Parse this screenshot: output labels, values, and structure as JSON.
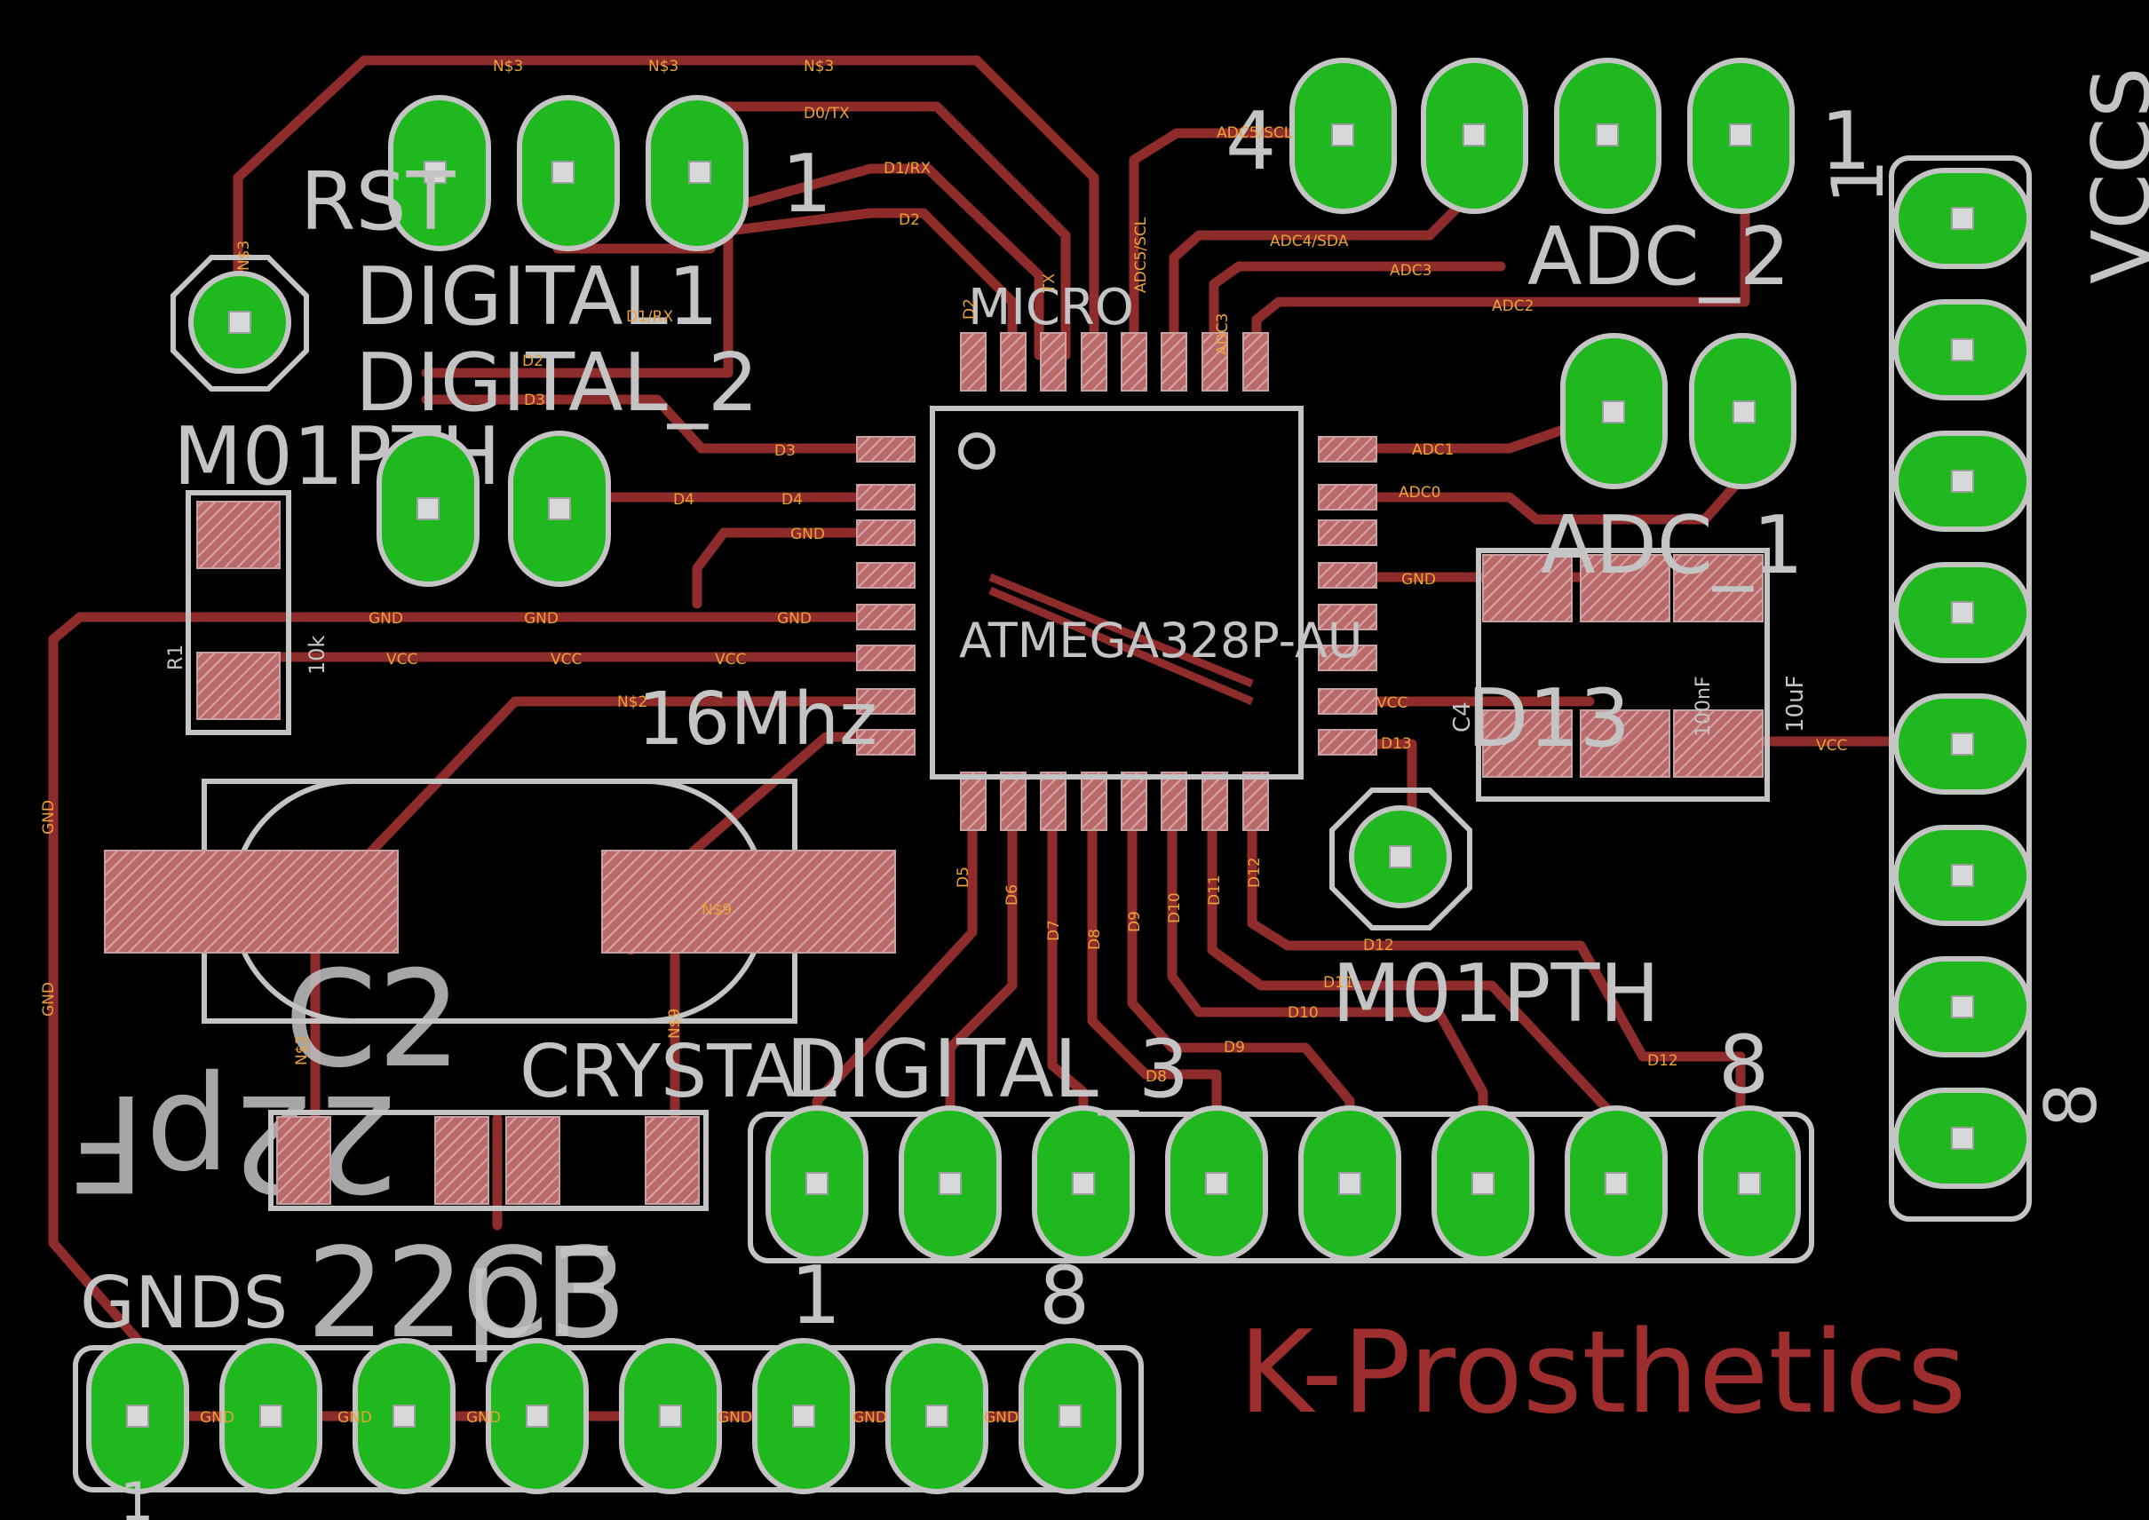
{
  "board": {
    "brand": "K-Prosthetics",
    "colors": {
      "background": "#000000",
      "trace": "#8e2b2b",
      "pad": "#1fb81f",
      "silkscreen": "#c4c4c4",
      "net_label": "#e8a23a",
      "brand": "#9e2e2e"
    }
  },
  "chip": {
    "name": "ATMEGA328P-AU",
    "header_label": "MICRO"
  },
  "headers": {
    "rst": {
      "label": "RST",
      "pin1": "1"
    },
    "digital1": {
      "label": "DIGITAL1"
    },
    "digital2": {
      "label": "DIGITAL_2"
    },
    "digital3": {
      "label": "DIGITAL_3",
      "pin_end": "8"
    },
    "adc1": {
      "label": "ADC_1"
    },
    "adc2": {
      "label": "ADC_2",
      "pin_start": "4",
      "pin_end": "1"
    },
    "vccs": {
      "label": "VCCS",
      "pin_start": "1",
      "pin_end": "8"
    },
    "gnds": {
      "label": "GNDS",
      "pin_a": "1",
      "pin_b": "8",
      "pin_bottom": "1"
    },
    "m01pth_top": {
      "label": "M01PTH"
    },
    "m01pth_bottom": {
      "label": "M01PTH"
    },
    "d13": {
      "label": "D13"
    }
  },
  "components": {
    "crystal": {
      "label": "CRYSTAL",
      "freq": "16Mhz"
    },
    "c22pf_top": {
      "label": "22pF",
      "name": "C2"
    },
    "c22pf_bottom": {
      "label": "22pF",
      "name": "C3"
    },
    "r1": {
      "name": "R1",
      "value": "10k"
    },
    "c4": {
      "name": "C4",
      "value_a": "100nF",
      "value_b": "10uF"
    }
  },
  "nets": {
    "n3": "N$3",
    "d0tx": "D0/TX",
    "d1rx": "D1/RX",
    "d2": "D2",
    "d3": "D3",
    "d4": "D4",
    "d5": "D5",
    "d6": "D6",
    "d7": "D7",
    "d8": "D8",
    "d9": "D9",
    "d10": "D10",
    "d11": "D11",
    "d12": "D12",
    "d13": "D13",
    "gnd": "GND",
    "vcc": "VCC",
    "adc0": "ADC0",
    "adc1": "ADC1",
    "adc2": "ADC2",
    "adc3": "ADC3",
    "adc4sda": "ADC4/SDA",
    "adc5scl": "ADC5/SCL",
    "n2": "N$2",
    "n9": "N$9",
    "tx": "TX",
    "n1": "N$1"
  }
}
